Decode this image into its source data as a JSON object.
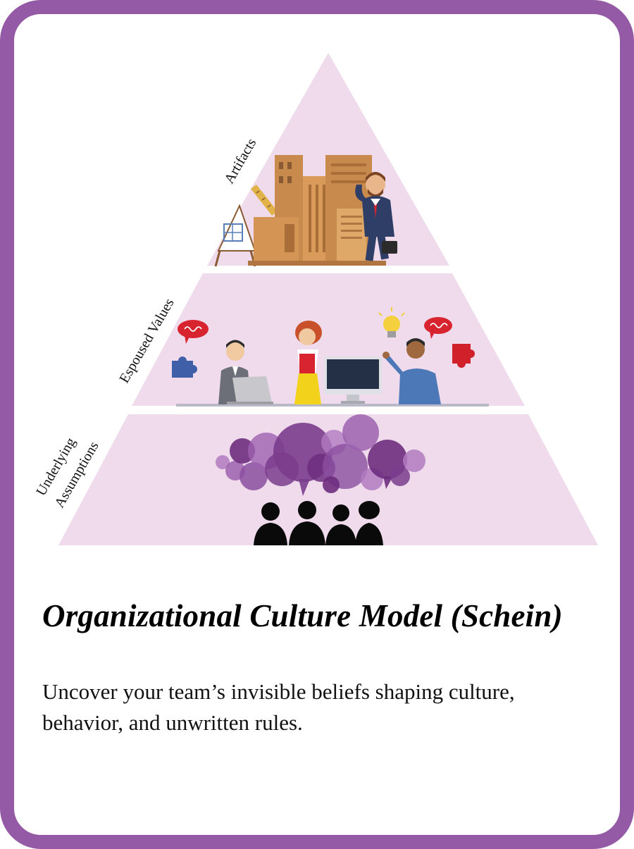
{
  "diagram": {
    "layers": [
      {
        "id": "artifacts",
        "label": "Artifacts"
      },
      {
        "id": "espoused",
        "label": "Espoused Values"
      },
      {
        "id": "assumptions",
        "label_lines": [
          "Underlying",
          "Assumptions"
        ]
      }
    ],
    "colors": {
      "border": "#955aa5",
      "layer_fill": "#efdbec",
      "bubble_purples": [
        "#6e2e80",
        "#7a3c8c",
        "#8b4fa0",
        "#9d62b0",
        "#b07ac0"
      ],
      "building": "#c98a4e",
      "puzzle_blue": "#3f5fa8",
      "puzzle_red": "#d0202a"
    },
    "icons": [
      "building-icon",
      "ruler-icon",
      "easel-icon",
      "businessman-icon",
      "speech-bubble-icon",
      "puzzle-icon",
      "lightbulb-icon",
      "laptop-icon",
      "monitor-icon",
      "people-silhouette-icon"
    ]
  },
  "card": {
    "title": "Organizational Culture Model (Schein)",
    "description": "Uncover your team’s invisible beliefs shaping culture, behavior, and unwritten rules."
  }
}
